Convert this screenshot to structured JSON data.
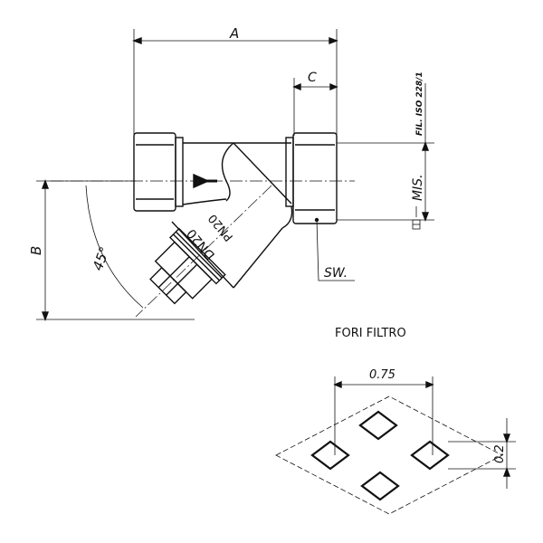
{
  "dimensions": {
    "a": "A",
    "b": "B",
    "c": "C",
    "angle": "45°",
    "thread_standard": "FIL. ISO 228/1",
    "size": "MIS.",
    "wrench": "SW."
  },
  "body_markings": {
    "nominal_diameter": "DN20",
    "nominal_pressure": "PN20"
  },
  "filter_detail": {
    "title": "FORI FILTRO",
    "width": "0.75",
    "height": "0.2"
  }
}
